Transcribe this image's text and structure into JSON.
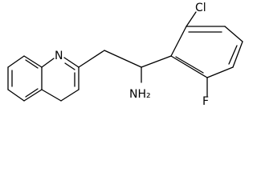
{
  "molecule": {
    "atoms": {
      "chlorine": "Cl",
      "nitrogen": "N",
      "amine": "NH₂",
      "fluorine": "F"
    }
  }
}
